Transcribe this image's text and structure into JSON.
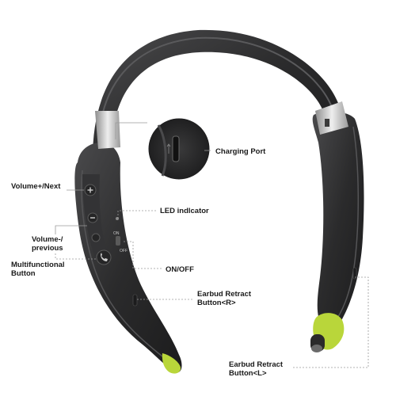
{
  "callouts": {
    "volume_plus_next": "Volume+/Next",
    "volume_minus_previous": "Volume-/\nprevious",
    "multifunctional_button": "Multifunctional\nButton",
    "charging_port": "Charging Port",
    "led_indicator": "LED indlcator",
    "on_off": "ON/OFF",
    "earbud_retract_r": "Earbud Retract\nButton<R>",
    "earbud_retract_l": "Earbud Retract\nButton<L>"
  },
  "switch_labels": {
    "on": "ON",
    "off": "OFF"
  },
  "icons": [
    "plus-icon",
    "minus-icon",
    "phone-icon",
    "usb-port-icon"
  ],
  "colors": {
    "body": "#2b2b2c",
    "body_highlight": "#4a4a4c",
    "accent": "#b9d63a",
    "metal": "#c9c9c9",
    "callout_line": "#9a9a9a",
    "text": "#1a1a1a"
  }
}
